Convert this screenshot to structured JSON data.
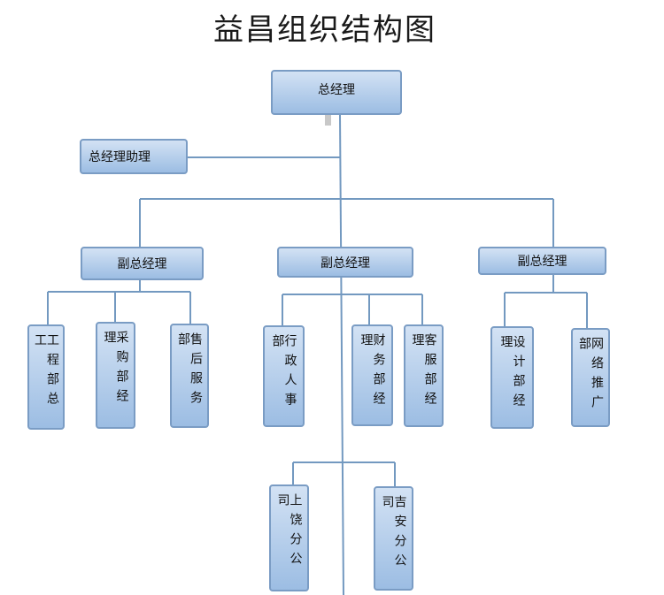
{
  "title": "益昌组织结构图",
  "nodes": {
    "gm": "总经理",
    "gm_assistant": "总经理助理",
    "vp_left": "副总经理",
    "vp_center": "副总经理",
    "vp_right": "副总经理",
    "engineering_head": "工程部总工",
    "purchasing_manager": "采购部经理",
    "aftersales_dept": "售后服务部",
    "admin_hr_dept": "行政人事部",
    "finance_manager": "财务部经理",
    "customer_service_manager": "客服部经理",
    "design_manager": "设计部经理",
    "web_promo_dept": "网络推广部",
    "shangrao_branch": "上饶分公司",
    "jian_branch": "吉安分公司"
  }
}
